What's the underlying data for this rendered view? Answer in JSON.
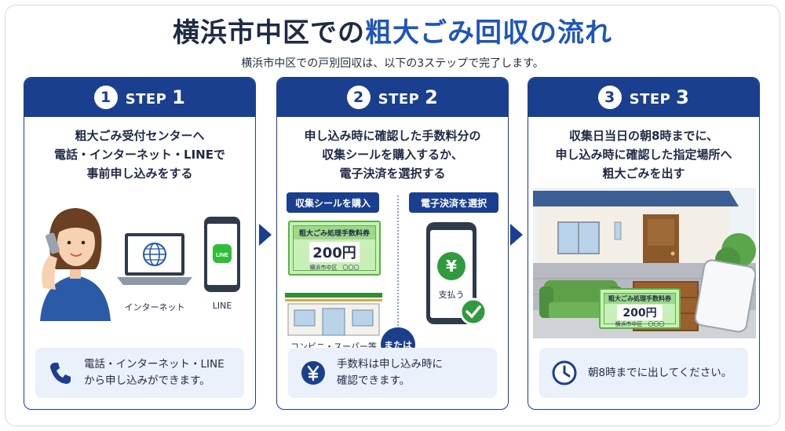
{
  "header": {
    "title_main": "横浜市中区での",
    "title_highlight": "粗大ごみ回収の流れ",
    "subtitle": "横浜市中区での戸別回収は、以下の3ステップで完了します。"
  },
  "steps": [
    {
      "number": "1",
      "label": "STEP",
      "label_num": "1",
      "desc_lines": [
        "粗大ごみ受付センターへ",
        "電話・インターネット・LINEで",
        "事前申し込みをする"
      ],
      "caption_internet": "インターネット",
      "caption_line": "LINE",
      "line_badge": "LINE",
      "note_lines": [
        "電話・インターネット・LINE",
        "から申し込みができます。"
      ]
    },
    {
      "number": "2",
      "label": "STEP",
      "label_num": "2",
      "desc_lines": [
        "申し込み時に確認した手数料分の",
        "収集シールを購入するか、",
        "電子決済を選択する"
      ],
      "tag_left": "収集シールを購入",
      "tag_right": "電子決済を選択",
      "or_label": "または",
      "ticket": {
        "head": "粗大ごみ処理手数料券",
        "price": "200円",
        "foot": "横浜市中区　〇〇〇"
      },
      "caption_store": "コンビニ・スーパー等",
      "pay_label": "支払う",
      "yen": "¥",
      "note_lines": [
        "手数料は申し込み時に",
        "確認できます。"
      ]
    },
    {
      "number": "3",
      "label": "STEP",
      "label_num": "3",
      "desc_lines": [
        "収集日当日の朝8時までに、",
        "申し込み時に確認した指定場所へ",
        "粗大ごみを出す"
      ],
      "ticket": {
        "head": "粗大ごみ処理手数料券",
        "price": "200円",
        "foot": "横浜市中区　〇〇〇"
      },
      "note_lines": [
        "朝8時までに出してください。"
      ]
    }
  ],
  "colors": {
    "primary": "#1a3f8f",
    "accent_blue": "#1e56b8",
    "ticket_green": "#58b341",
    "note_bg": "#eaf1fb"
  }
}
